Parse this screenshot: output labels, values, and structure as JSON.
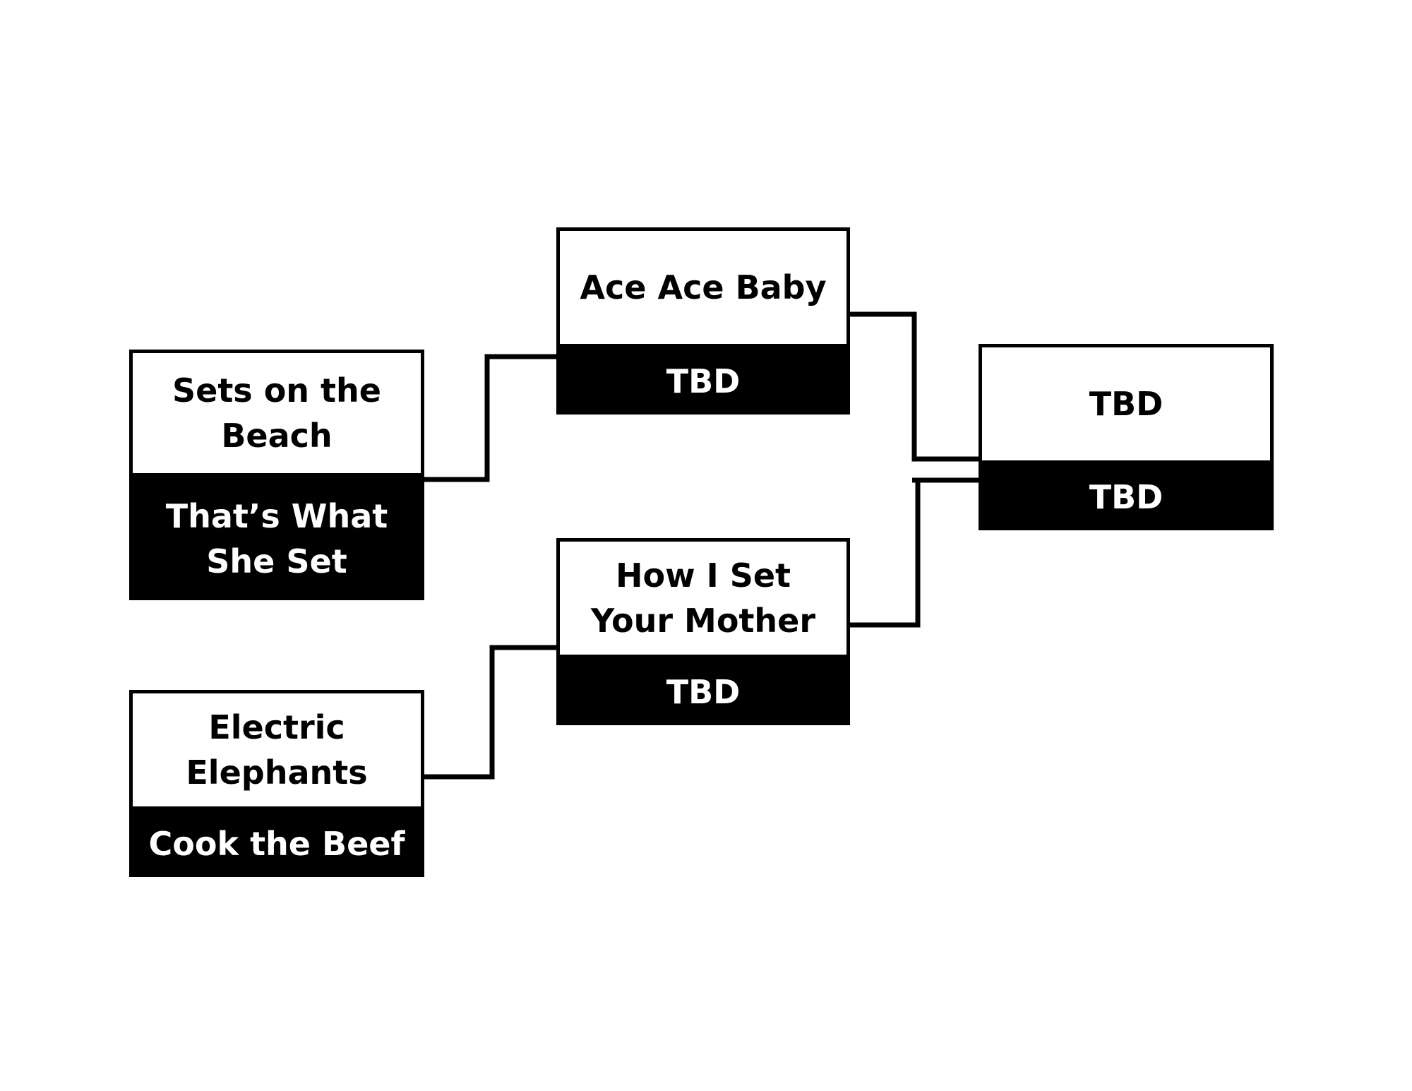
{
  "round1": {
    "match_a": {
      "top": "Sets on the Beach",
      "bottom": "That’s What She Set"
    },
    "match_b": {
      "top": "Electric Elephants",
      "bottom": "Cook the Beef"
    }
  },
  "round2": {
    "match_a": {
      "top": "Ace Ace Baby",
      "bottom": "TBD"
    },
    "match_b": {
      "top": "How I Set Your Mother",
      "bottom": "TBD"
    }
  },
  "final": {
    "top": "TBD",
    "bottom": "TBD"
  }
}
